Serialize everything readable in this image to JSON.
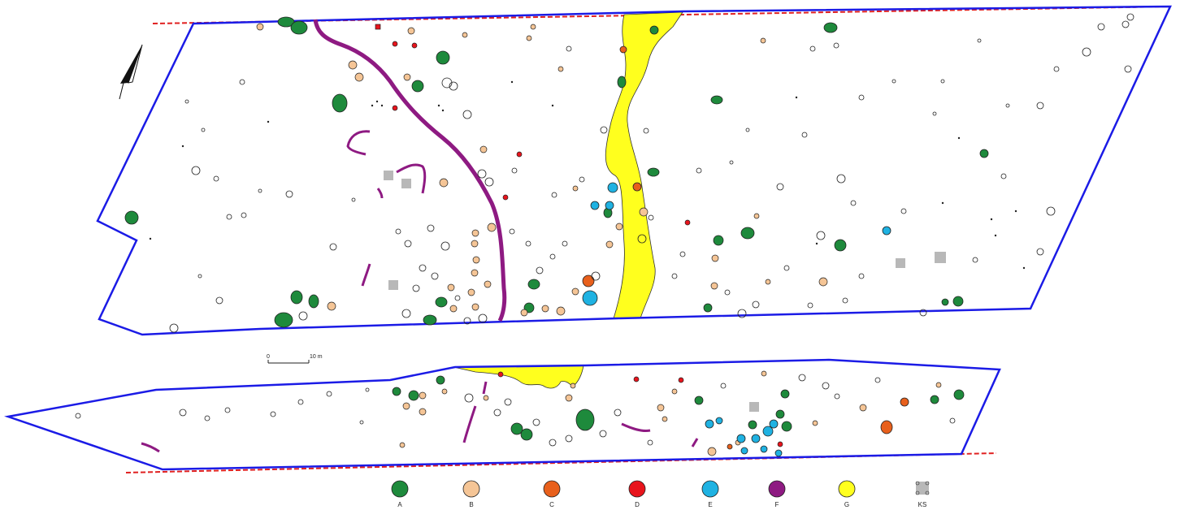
{
  "scale_bar": {
    "start_label": "0",
    "end_label": "10 m"
  },
  "legend": [
    {
      "key": "A",
      "color": "#1e8a3c"
    },
    {
      "key": "B",
      "color": "#f5c596"
    },
    {
      "key": "C",
      "color": "#e8601c"
    },
    {
      "key": "D",
      "color": "#e8141c"
    },
    {
      "key": "E",
      "color": "#1fb2e2"
    },
    {
      "key": "F",
      "color": "#8e1a82"
    },
    {
      "key": "G",
      "color": "#ffff1e"
    },
    {
      "key": "KS",
      "color": "#b8b8b8"
    }
  ],
  "colors": {
    "boundary": "#1b1be6",
    "edge_dashed": "#e02020",
    "outline": "#222222"
  },
  "icons": {
    "north_arrow": "north-arrow-icon"
  }
}
